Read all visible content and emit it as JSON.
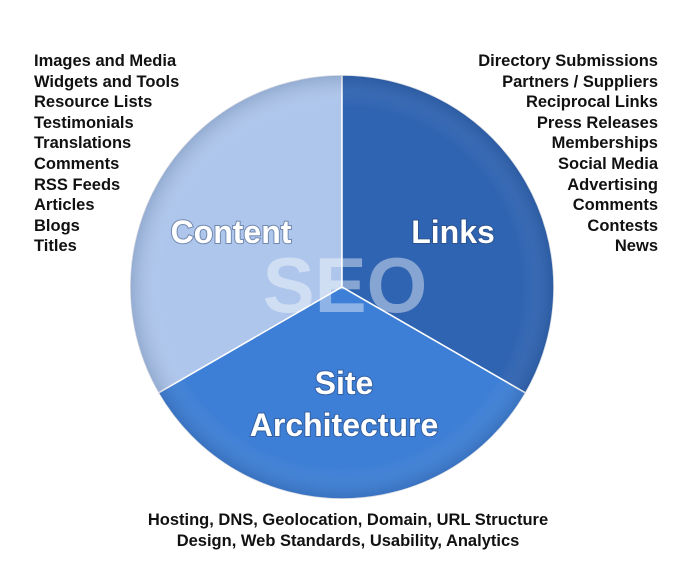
{
  "center_text": "SEO",
  "segments": {
    "content": {
      "label": "Content",
      "color": "#aec6ec",
      "items": [
        "Images and Media",
        "Widgets and Tools",
        "Resource Lists",
        "Testimonials",
        "Translations",
        "Comments",
        "RSS Feeds",
        "Articles",
        "Blogs",
        "Titles"
      ]
    },
    "links": {
      "label": "Links",
      "color": "#2f64b2",
      "items": [
        "Directory Submissions",
        "Partners / Suppliers",
        "Reciprocal Links",
        "Press Releases",
        "Memberships",
        "Social Media",
        "Advertising",
        "Comments",
        "Contests",
        "News"
      ]
    },
    "site_architecture": {
      "label_line1": "Site",
      "label_line2": "Architecture",
      "color": "#3d7fd6",
      "footer_line1": "Hosting, DNS, Geolocation, Domain, URL Structure",
      "footer_line2": "Design, Web Standards, Usability, Analytics"
    }
  }
}
